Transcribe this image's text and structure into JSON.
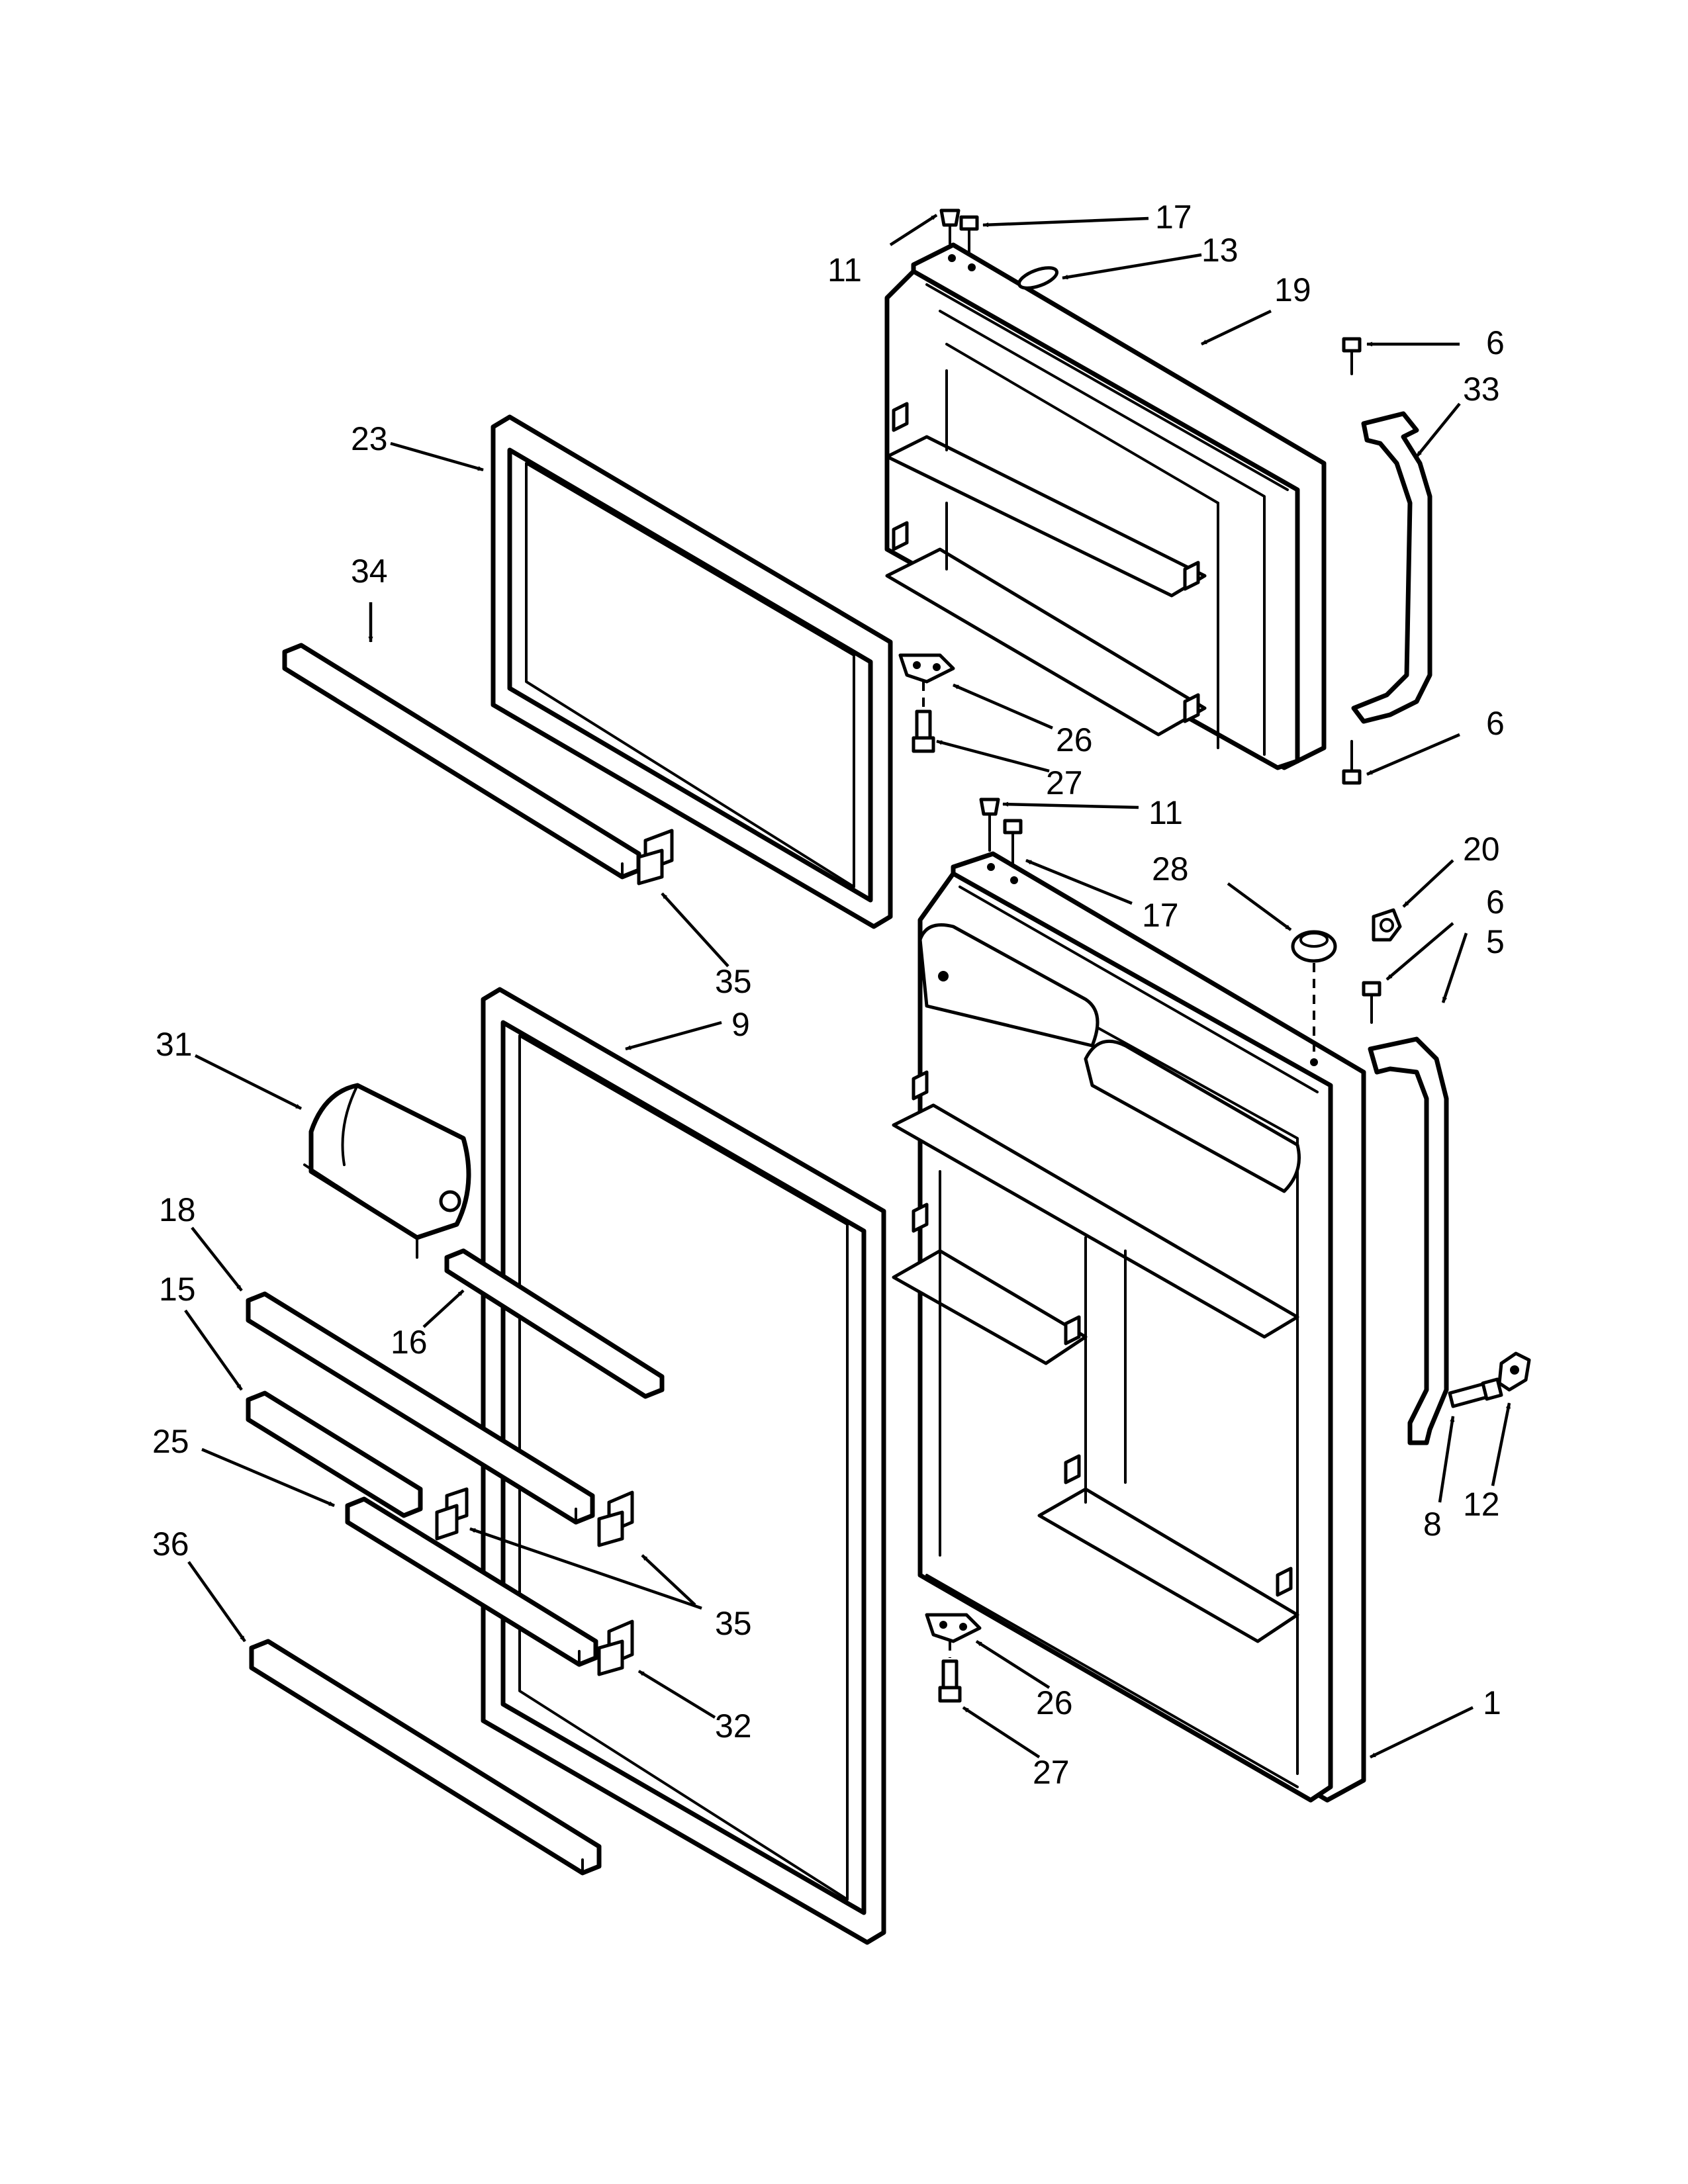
{
  "diagram": {
    "type": "exploded parts diagram",
    "callouts": [
      {
        "id": "c11a",
        "text": "11"
      },
      {
        "id": "c17a",
        "text": "17"
      },
      {
        "id": "c13",
        "text": "13"
      },
      {
        "id": "c19",
        "text": "19"
      },
      {
        "id": "c6a",
        "text": "6"
      },
      {
        "id": "c33",
        "text": "33"
      },
      {
        "id": "c23",
        "text": "23"
      },
      {
        "id": "c34",
        "text": "34"
      },
      {
        "id": "c26a",
        "text": "26"
      },
      {
        "id": "c27a",
        "text": "27"
      },
      {
        "id": "c6b",
        "text": "6"
      },
      {
        "id": "c11b",
        "text": "11"
      },
      {
        "id": "c20",
        "text": "20"
      },
      {
        "id": "c28",
        "text": "28"
      },
      {
        "id": "c6c",
        "text": "6"
      },
      {
        "id": "c17b",
        "text": "17"
      },
      {
        "id": "c5",
        "text": "5"
      },
      {
        "id": "c35a",
        "text": "35"
      },
      {
        "id": "c9",
        "text": "9"
      },
      {
        "id": "c31",
        "text": "31"
      },
      {
        "id": "c18",
        "text": "18"
      },
      {
        "id": "c15",
        "text": "15"
      },
      {
        "id": "c16",
        "text": "16"
      },
      {
        "id": "c25",
        "text": "25"
      },
      {
        "id": "c12",
        "text": "12"
      },
      {
        "id": "c8",
        "text": "8"
      },
      {
        "id": "c36",
        "text": "36"
      },
      {
        "id": "c35b",
        "text": "35"
      },
      {
        "id": "c26b",
        "text": "26"
      },
      {
        "id": "c32",
        "text": "32"
      },
      {
        "id": "c1",
        "text": "1"
      },
      {
        "id": "c27b",
        "text": "27"
      }
    ]
  }
}
